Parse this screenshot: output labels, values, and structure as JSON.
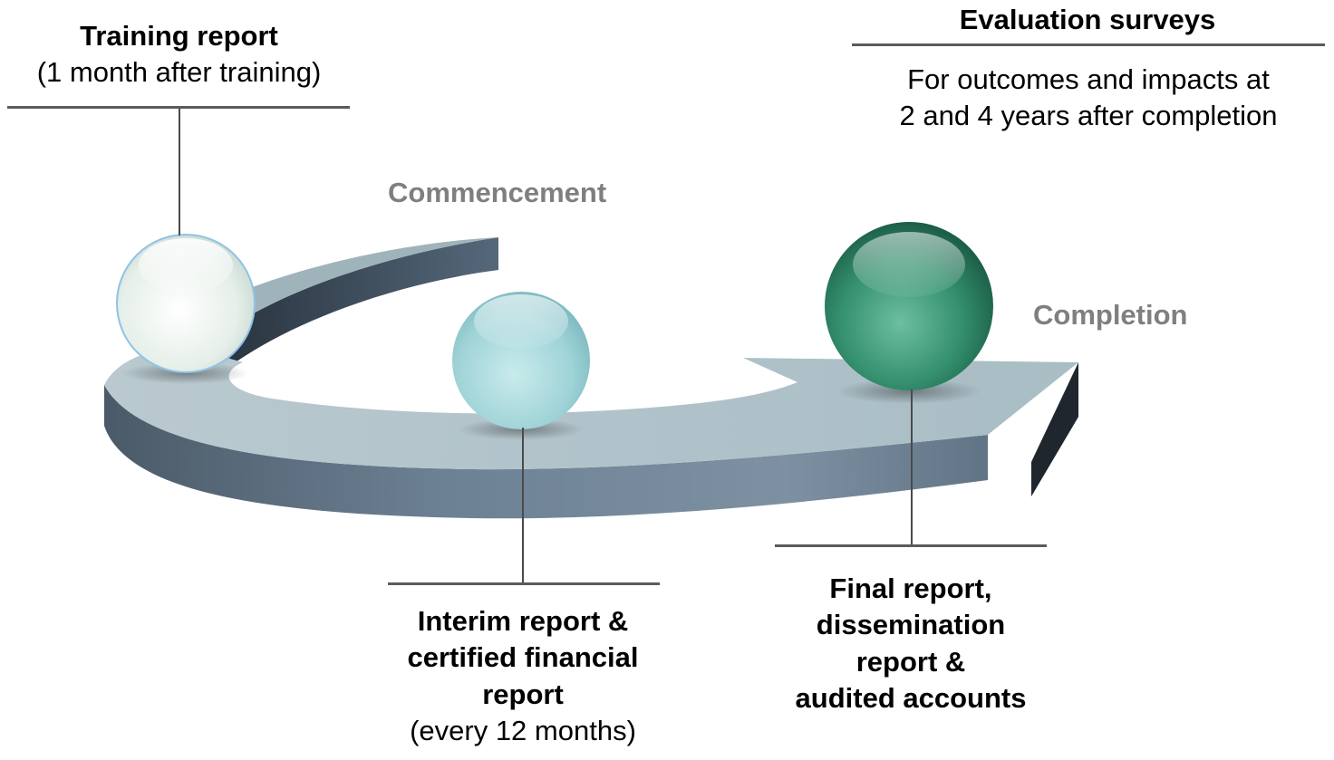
{
  "training": {
    "title": "Training report",
    "subtitle": "(1 month after training)"
  },
  "evaluation": {
    "title": "Evaluation surveys",
    "line1": "For outcomes and impacts at",
    "line2": "2 and 4 years after completion"
  },
  "commencement_label": "Commencement",
  "completion_label": "Completion",
  "interim": {
    "line1": "Interim report &",
    "line2": "certified financial",
    "line3": "report",
    "subtitle": "(every 12 months)"
  },
  "final": {
    "line1": "Final report,",
    "line2": "dissemination",
    "line3": "report &",
    "line4": "audited accounts"
  },
  "colors": {
    "arrow_top": "#b3c5cc",
    "arrow_side": "#5d6f7f",
    "arrow_dark": "#2e3b47",
    "sphere1": "#f0f6f3",
    "sphere2": "#a8d8dc",
    "sphere3": "#2f8a6c",
    "rule": "#5b5b5b",
    "label_gray": "#7f7f7f"
  }
}
